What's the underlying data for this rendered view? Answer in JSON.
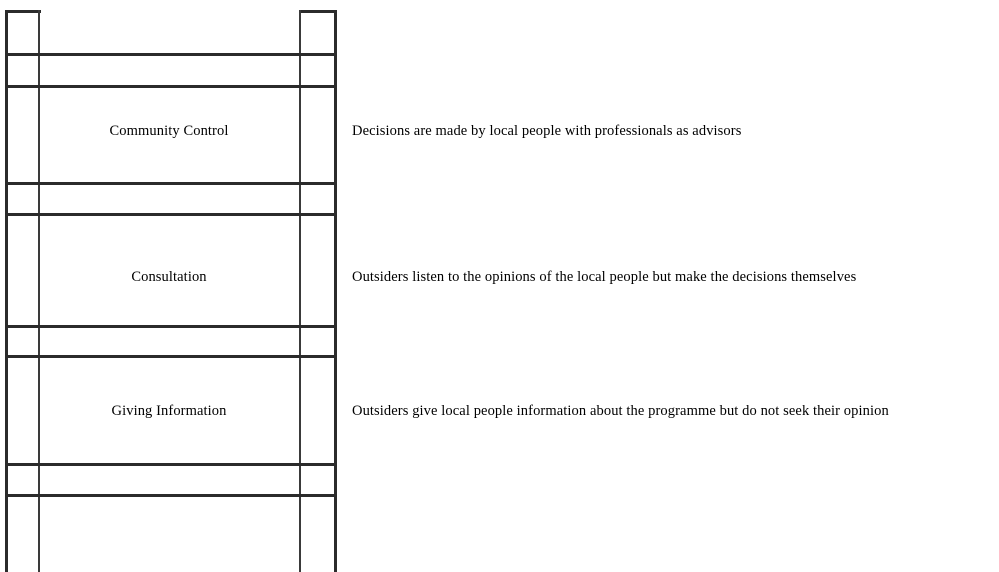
{
  "diagram": {
    "type": "ladder-of-participation",
    "colors": {
      "line": "#2b2b2b",
      "line_light": "#3a3a3a",
      "background": "#ffffff",
      "text": "#000000"
    },
    "rungs": [
      {
        "label": "Community Control",
        "description": "Decisions are made by local people with professionals as advisors"
      },
      {
        "label": "Consultation",
        "description": "Outsiders listen to the opinions of the local people but make the decisions themselves"
      },
      {
        "label": "Giving Information",
        "description": "Outsiders give local people information about the programme but do not seek their opinion"
      }
    ]
  }
}
